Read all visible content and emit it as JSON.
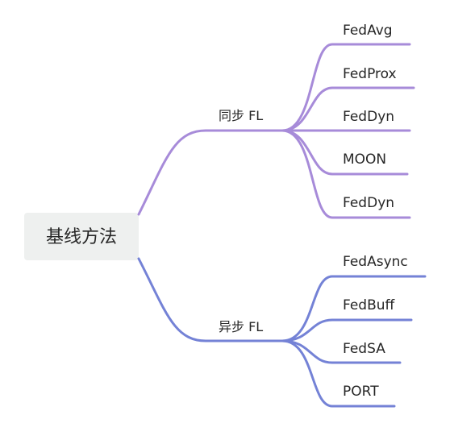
{
  "root": {
    "label": "基线方法"
  },
  "branches": [
    {
      "label": "同步 FL",
      "color": "#a78bd9",
      "children": [
        "FedAvg",
        "FedProx",
        "FedDyn",
        "MOON",
        "FedDyn"
      ]
    },
    {
      "label": "异步 FL",
      "color": "#7482d6",
      "children": [
        "FedAsync",
        "FedBuff",
        "FedSA",
        "PORT"
      ]
    }
  ]
}
